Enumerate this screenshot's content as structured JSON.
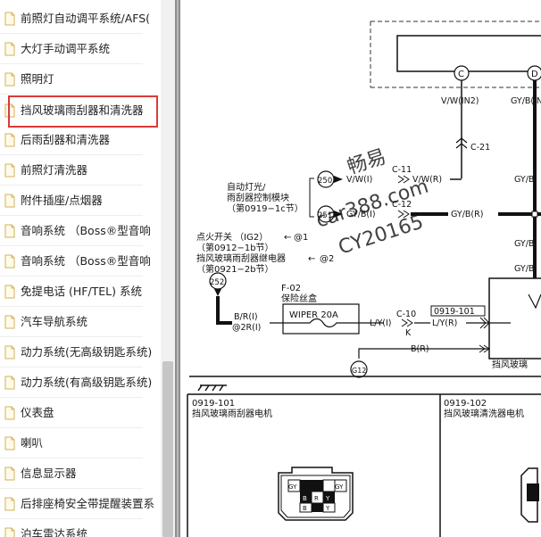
{
  "sidebar": {
    "items": [
      {
        "label": "前照灯自动调平系统/AFS(",
        "selected": false
      },
      {
        "label": "大灯手动调平系统",
        "selected": false
      },
      {
        "label": "照明灯",
        "selected": false
      },
      {
        "label": "挡风玻璃雨刮器和清洗器",
        "selected": true
      },
      {
        "label": "后雨刮器和清洗器",
        "selected": false
      },
      {
        "label": "前照灯清洗器",
        "selected": false
      },
      {
        "label": "附件插座/点烟器",
        "selected": false
      },
      {
        "label": "音响系统 （Boss®型音响",
        "selected": false
      },
      {
        "label": "音响系统 （Boss®型音响",
        "selected": false
      },
      {
        "label": "免提电话 (HF/TEL) 系统",
        "selected": false
      },
      {
        "label": "汽车导航系统",
        "selected": false
      },
      {
        "label": "动力系统(无高级钥匙系统)",
        "selected": false
      },
      {
        "label": "动力系统(有高级钥匙系统)",
        "selected": false
      },
      {
        "label": "仪表盘",
        "selected": false
      },
      {
        "label": "喇叭",
        "selected": false
      },
      {
        "label": "信息显示器",
        "selected": false
      },
      {
        "label": "后排座椅安全带提醒装置系",
        "selected": false
      },
      {
        "label": "泊车雷达系统",
        "selected": false
      }
    ],
    "selected_outline_color": "#d93a3a"
  },
  "diagram": {
    "connector_c_label": "C",
    "connector_d_label": "D",
    "wire_vw_in2": "V/W(IN2)",
    "wire_gyb_in_top": "GY/B(IN",
    "connector_c21": "C-21",
    "connector_c11": "C-11",
    "connector_c12": "C-12",
    "module_label_line1": "自动灯光/",
    "module_label_line2": "雨刮器控制模块",
    "module_label_line3": "（第0919−1c节）",
    "pin_250": "250",
    "pin_251": "251",
    "wire_vw_i": "V/W(I)",
    "wire_vw_r": "V/W(R)",
    "wire_gyb_i": "GY/B(I)",
    "wire_gyb_r": "GY/B(R)",
    "wire_gyb_right1": "GY/B",
    "wire_gyb_right2": "GY/B",
    "wire_gyb_right3": "GY/B",
    "ign_line1": "点火开关 （IG2）",
    "ign_ref1": "@1",
    "ign_line2": "（第0912−1b节）",
    "relay_line1": "挡风玻璃雨刮器继电器",
    "relay_ref2": "@2",
    "relay_line2": "（第0921−2b节）",
    "pin_252": "252",
    "fuse_box_id": "F-02",
    "fuse_box_name": "保险丝盒",
    "fuse_label": "WIPER 20A",
    "wire_br_i": "B/R(I)",
    "wire_2ri": "@2R(I)",
    "connector_c10": "C-10",
    "wire_ly_i": "L/Y(I)",
    "wire_ly_r": "L/Y(R)",
    "c10_k": "K",
    "part_0919_101": "0919-101",
    "wire_br_bottom": "B(R)",
    "ground_g12": "G12",
    "motor_label_right": "挡风玻璃",
    "panel_left_code": "0919-101",
    "panel_left_title": "挡风玻璃雨刮器电机",
    "panel_right_code": "0919-102",
    "panel_right_title": "挡风玻璃清洗器电机",
    "plug_gy1": "GY",
    "plug_gy2": "GY",
    "plug_b1": "B",
    "plug_b2": "B",
    "plug_y1": "Y",
    "plug_y2": "Y",
    "plug_r": "R",
    "watermark_1": "畅易",
    "watermark_2": "car388.com",
    "watermark_3": "CY20165"
  }
}
